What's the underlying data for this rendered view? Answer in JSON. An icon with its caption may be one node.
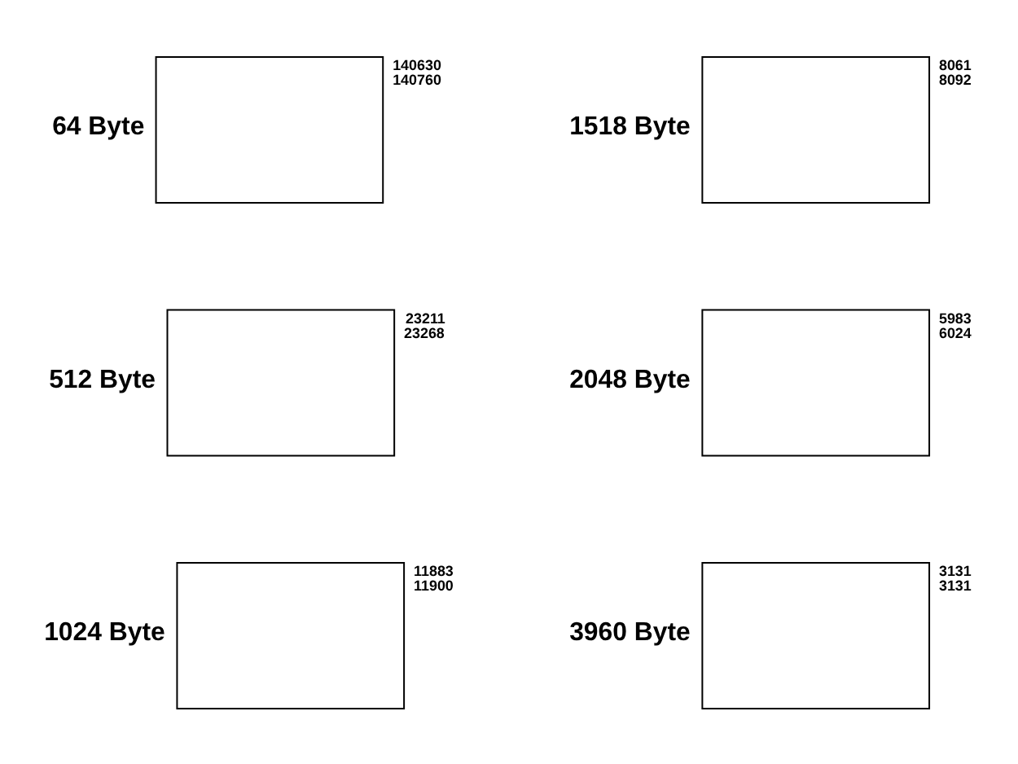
{
  "diagram": {
    "nodes": [
      {
        "text": [],
        "shape": "box",
        "beside": [
          "64 Byte",
          "140630",
          "140760"
        ]
      },
      {
        "text": [],
        "shape": "box",
        "beside": [
          "1518 Byte",
          "8061",
          "8092"
        ]
      },
      {
        "text": [],
        "shape": "box",
        "beside": [
          "512 Byte",
          "23211",
          "23268"
        ]
      },
      {
        "text": [],
        "shape": "box",
        "beside": [
          "2048 Byte",
          "5983",
          "6024"
        ]
      },
      {
        "text": [],
        "shape": "box",
        "beside": [
          "1024 Byte",
          "11883",
          "11900"
        ]
      },
      {
        "text": [],
        "shape": "box",
        "beside": [
          "3960 Byte",
          "3131",
          "3131"
        ]
      }
    ]
  }
}
